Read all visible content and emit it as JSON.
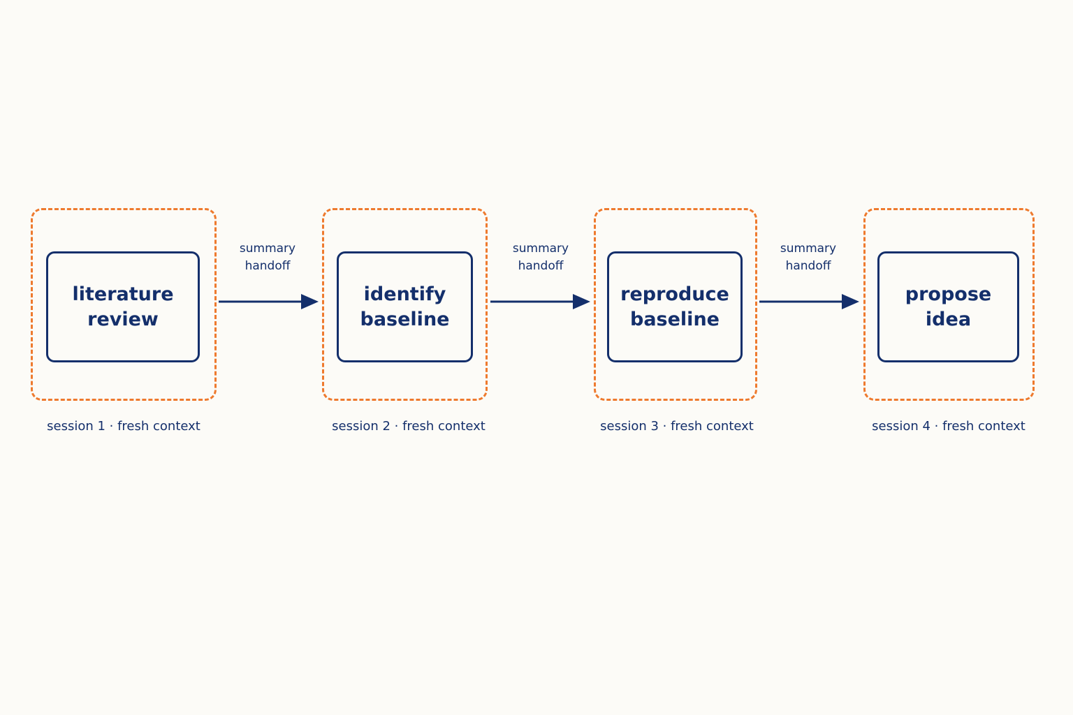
{
  "colors": {
    "background": "#fcfbf7",
    "navy": "#142f6b",
    "orange": "#ee7a2e"
  },
  "steps": [
    {
      "label": "literature\nreview",
      "session": "session 1 · fresh context"
    },
    {
      "label": "identify\nbaseline",
      "session": "session 2 · fresh context"
    },
    {
      "label": "reproduce\nbaseline",
      "session": "session 3 · fresh context"
    },
    {
      "label": "propose\nidea",
      "session": "session 4 · fresh context"
    }
  ],
  "handoffs": [
    {
      "label": "summary\nhandoff"
    },
    {
      "label": "summary\nhandoff"
    },
    {
      "label": "summary\nhandoff"
    }
  ]
}
